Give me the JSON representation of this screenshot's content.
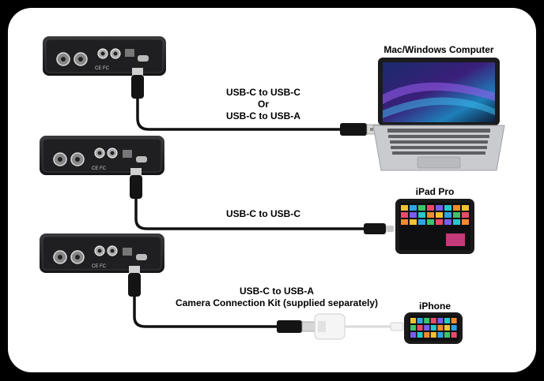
{
  "labels": {
    "computer": "Mac/Windows Computer",
    "cable1_line1": "USB-C to USB-C",
    "cable1_line2": "Or",
    "cable1_line3": "USB-C to USB-A",
    "ipad": "iPad Pro",
    "cable2": "USB-C to USB-C",
    "iphone": "iPhone",
    "cable3_line1": "USB-C to USB-A",
    "cable3_line2": "Camera Connection Kit (supplied separately)"
  },
  "device_markings": {
    "ce_mark": "CE FC"
  },
  "icons": {
    "audio_interface": "audio-interface-icon",
    "laptop": "laptop-icon",
    "tablet": "tablet-icon",
    "phone": "phone-icon",
    "adapter": "camera-connection-kit-icon"
  },
  "colors": {
    "background": "#000000",
    "card": "#ffffff",
    "cable": "#111111",
    "device": "#1c1c1e",
    "laptop_silver": "#c9cbce"
  }
}
